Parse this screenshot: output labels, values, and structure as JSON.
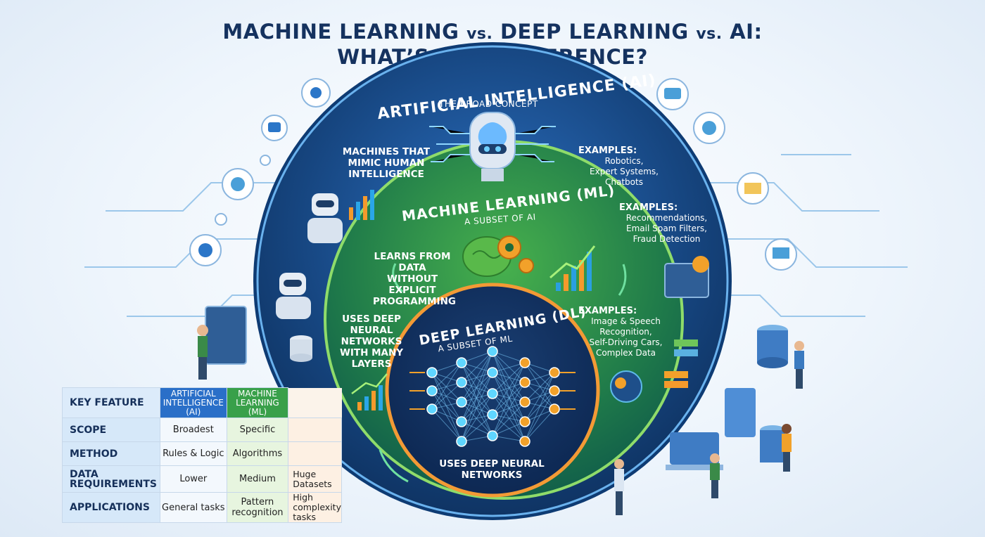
{
  "title": {
    "line1_a": "MACHINE LEARNING",
    "line1_vs1": "vs.",
    "line1_b": "DEEP LEARNING",
    "line1_vs2": "vs.",
    "line1_c": "AI:",
    "line2": "WHAT’S THE DIFFERENCE?"
  },
  "ai": {
    "title": "ARTIFICIAL INTELLIGENCE (AI)",
    "subtitle": "THE BROAD CONCEPT",
    "description": "MACHINES THAT MIMIC HUMAN INTELLIGENCE",
    "examples_heading": "EXAMPLES:",
    "examples": [
      "Robotics,",
      "Expert Systems,",
      "Chatbots"
    ]
  },
  "ml": {
    "title": "MACHINE LEARNING (ML)",
    "subtitle": "A SUBSET OF AI",
    "description": "LEARNS FROM DATA WITHOUT EXPLICIT PROGRAMMING",
    "examples_heading": "EXAMPLES:",
    "examples": [
      "Recommendations,",
      "Email Spam Filters,",
      "Fraud Detection"
    ]
  },
  "dl": {
    "title": "DEEP LEARNING (DL)",
    "subtitle": "A SUBSET OF ML",
    "side_description": "USES DEEP NEURAL NETWORKS WITH MANY LAYERS",
    "bottom_description": "USES DEEP NEURAL NETWORKS",
    "examples_heading": "EXAMPLES:",
    "examples": [
      "Image & Speech",
      "Recognition,",
      "Self-Driving Cars,",
      "Complex Data"
    ]
  },
  "table": {
    "header": {
      "key": "KEY FEATURE",
      "ai": "ARTIFICIAL INTELLIGENCE (AI)",
      "ml": "MACHINE LEARNING (ML)"
    },
    "rows": [
      {
        "label": "SCOPE",
        "ai": "Broadest",
        "ml": "Specific",
        "dl": ""
      },
      {
        "label": "METHOD",
        "ai": "Rules & Logic",
        "ml": "Algorithms",
        "dl": ""
      },
      {
        "label": "DATA REQUIREMENTS",
        "ai": "Lower",
        "ml": "Medium",
        "dl": "Huge Datasets"
      },
      {
        "label": "APPLICATIONS",
        "ai": "General tasks",
        "ml": "Pattern recognition",
        "dl": "High complexity tasks"
      }
    ]
  },
  "colors": {
    "ai_ring": "#1d5fa8",
    "ml_ring": "#2f9a3d",
    "dl_ring": "#e07a1f",
    "title": "#15325f"
  }
}
